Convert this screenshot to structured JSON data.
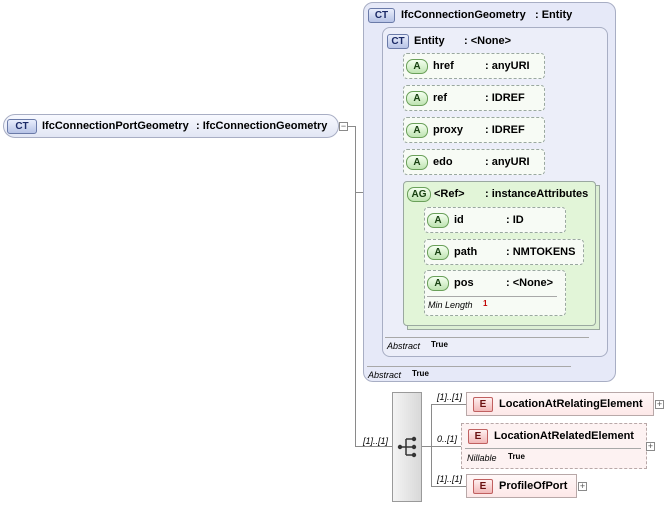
{
  "root": {
    "badge": "CT",
    "name": "IfcConnectionPortGeometry",
    "type": ": IfcConnectionGeometry"
  },
  "parent_type": {
    "badge": "CT",
    "name": "IfcConnectionGeometry",
    "type": ": Entity",
    "footer_label": "Abstract",
    "footer_value": "True"
  },
  "entity": {
    "badge": "CT",
    "name": "Entity",
    "type": ": <None>",
    "footer_label": "Abstract",
    "footer_value": "True"
  },
  "attributes": [
    {
      "badge": "A",
      "name": "href",
      "type": ": anyURI"
    },
    {
      "badge": "A",
      "name": "ref",
      "type": ": IDREF"
    },
    {
      "badge": "A",
      "name": "proxy",
      "type": ": IDREF"
    },
    {
      "badge": "A",
      "name": "edo",
      "type": ": anyURI"
    }
  ],
  "attr_group": {
    "badge": "AG",
    "name": "<Ref>",
    "type": ": instanceAttributes",
    "items": [
      {
        "badge": "A",
        "name": "id",
        "type": ": ID"
      },
      {
        "badge": "A",
        "name": "path",
        "type": ": NMTOKENS"
      },
      {
        "badge": "A",
        "name": "pos",
        "type": ": <None>",
        "facet_label": "Min Length",
        "facet_value": "1"
      }
    ]
  },
  "sequence": {
    "cardinality": "[1]..[1]"
  },
  "elements": [
    {
      "badge": "E",
      "name": "LocationAtRelatingElement",
      "cardinality": "[1]..[1]"
    },
    {
      "badge": "E",
      "name": "LocationAtRelatedElement",
      "cardinality": "0..[1]",
      "facet_label": "Nillable",
      "facet_value": "True"
    },
    {
      "badge": "E",
      "name": "ProfileOfPort",
      "cardinality": "[1]..[1]"
    }
  ]
}
